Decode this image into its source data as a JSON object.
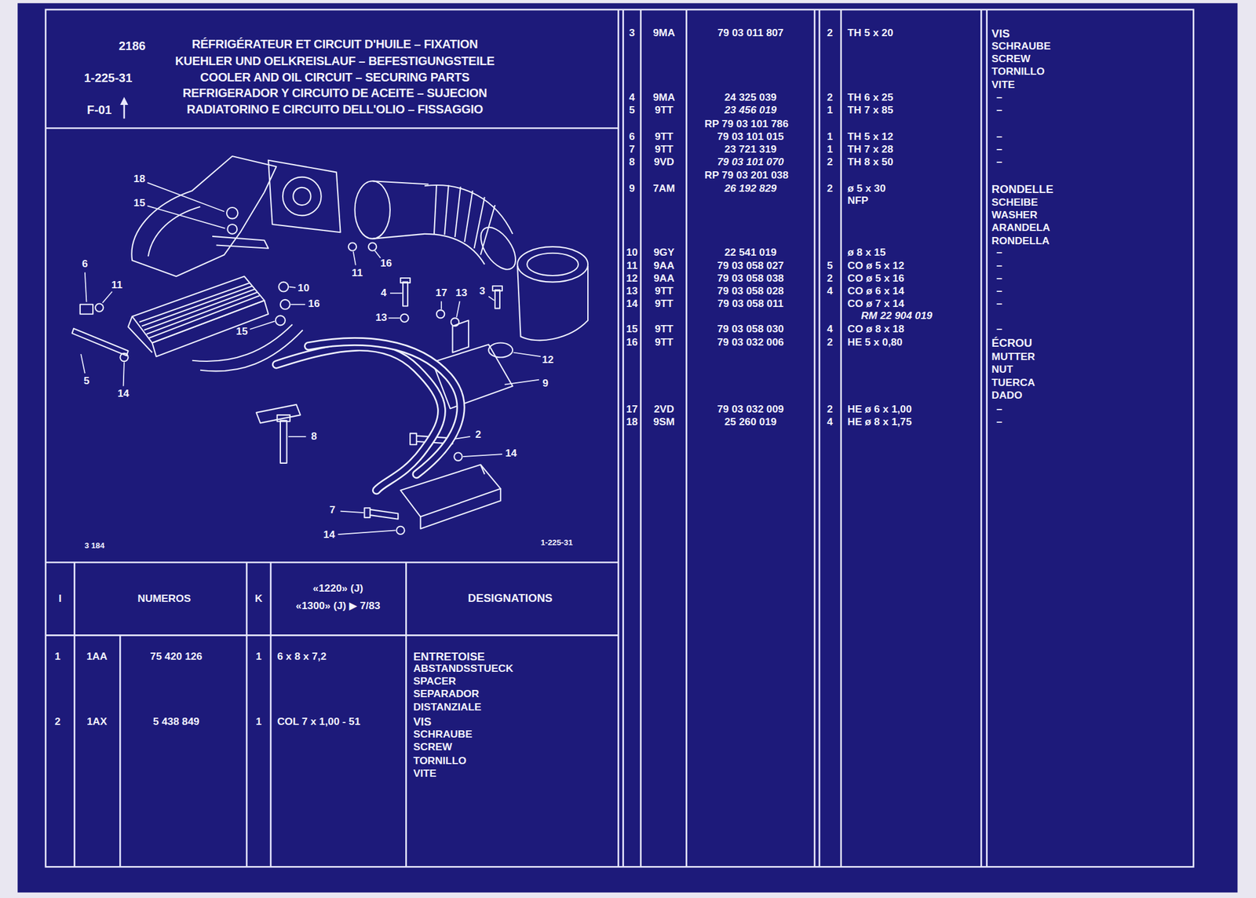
{
  "diagram": {
    "title": "RÉFRIGÉRATEUR ET CIRCUIT D'HUILE – FIXATION",
    "labels": [
      "2186",
      "KUEHLER UND OELKREISLAUF – BEFESTIGUNGSTEILE",
      "COOLER AND OIL CIRCUIT – SECURING PARTS",
      "REFRIGERADOR Y CIRCUITO DE ACEITE – SUJECION",
      "RADIATORINO E CIRCUITO DELL'OLIO – FISSAGGIO",
      "1-225-31",
      "F-01",
      "18",
      "15",
      "6",
      "11",
      "5",
      "14",
      "10",
      "16",
      "15",
      "11",
      "16",
      "4",
      "17",
      "13",
      "3",
      "13",
      "12",
      "9",
      "8",
      "2",
      "14",
      "7",
      "14",
      "3 184",
      "1-225-31",
      "I",
      "NUMEROS",
      "K",
      "«1220» (J)",
      "«1300» (J) ▶ 7/83",
      "DESIGNATIONS",
      "1",
      "1AA",
      "75 420 126",
      "1",
      "6 x 8 x 7,2",
      "ENTRETOISE",
      "ABSTANDSSTUECK",
      "SPACER",
      "SEPARADOR",
      "DISTANZIALE",
      "2",
      "1AX",
      "5 438 849",
      "1",
      "COL 7 x 1,00 - 51",
      "VIS",
      "SCHRAUBE",
      "SCREW",
      "TORNILLO",
      "VITE",
      "3",
      "9MA",
      "79 03 011 807",
      "2",
      "TH 5 x 20",
      "VIS",
      "SCHRAUBE",
      "SCREW",
      "TORNILLO",
      "VITE",
      "4",
      "9MA",
      "24 325 039",
      "2",
      "TH 6 x 25",
      "–",
      "5",
      "9TT",
      "23 456 019",
      "1",
      "TH 7 x 85",
      "–",
      "RP 79 03 101 786",
      "6",
      "9TT",
      "79 03 101 015",
      "1",
      "TH 5 x 12",
      "–",
      "7",
      "9TT",
      "23 721 319",
      "1",
      "TH 7 x 28",
      "–",
      "8",
      "9VD",
      "79 03 101 070",
      "2",
      "TH 8 x 50",
      "–",
      "RP 79 03 201 038",
      "9",
      "7AM",
      "26 192 829",
      "2",
      "ø 5 x 30",
      "RONDELLE",
      "NFP",
      "SCHEIBE",
      "WASHER",
      "ARANDELA",
      "RONDELLA",
      "10",
      "9GY",
      "22 541 019",
      "ø 8 x 15",
      "–",
      "11",
      "9AA",
      "79 03 058 027",
      "5",
      "CO ø 5 x 12",
      "–",
      "12",
      "9AA",
      "79 03 058 038",
      "2",
      "CO ø 5 x 16",
      "–",
      "13",
      "9TT",
      "79 03 058 028",
      "4",
      "CO ø 6 x 14",
      "–",
      "14",
      "9TT",
      "79 03 058 011",
      "CO ø 7 x 14",
      "–",
      "RM 22 904 019",
      "15",
      "9TT",
      "79 03 058 030",
      "4",
      "CO ø 8 x 18",
      "–",
      "16",
      "9TT",
      "79 03 032 006",
      "2",
      "HE 5 x 0,80",
      "ÉCROU",
      "MUTTER",
      "NUT",
      "TUERCA",
      "DADO",
      "17",
      "2VD",
      "79 03 032 009",
      "2",
      "HE ø 6 x 1,00",
      "–",
      "18",
      "9SM",
      "25 260 019",
      "4",
      "HE ø 8 x 1,75",
      "–"
    ]
  }
}
